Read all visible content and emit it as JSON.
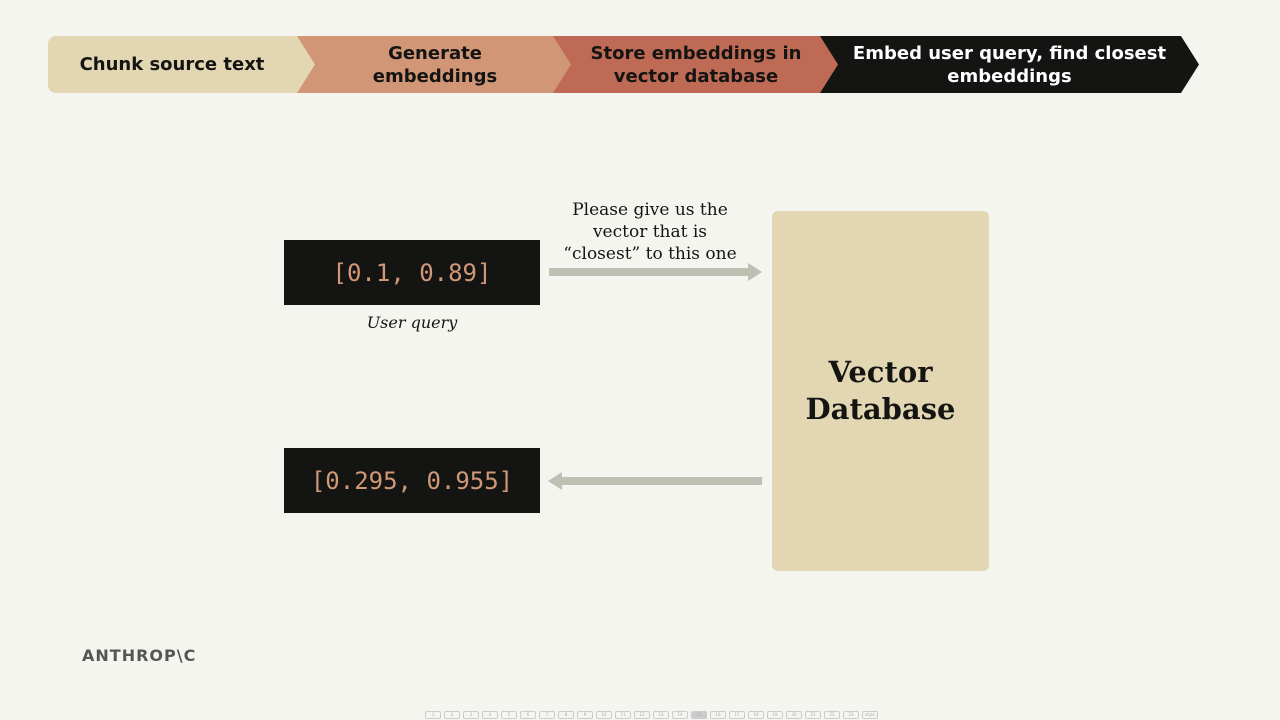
{
  "steps": [
    {
      "label": "Chunk source text"
    },
    {
      "label": "Generate embeddings"
    },
    {
      "label": "Store embeddings in vector database"
    },
    {
      "label": "Embed user query, find closest embeddings"
    }
  ],
  "query_vector": "[0.1, 0.89]",
  "query_caption": "User query",
  "request_text": "Please give us the vector that is “closest” to this one",
  "result_vector": "[0.295, 0.955]",
  "database_label": "Vector Database",
  "logo": "ANTHROP\\C",
  "pager": {
    "pages": [
      "1",
      "2",
      "3",
      "4",
      "5",
      "6",
      "7",
      "8",
      "9",
      "10",
      "11",
      "12",
      "13",
      "14",
      "15",
      "16",
      "17",
      "18",
      "19",
      "20",
      "21",
      "22",
      "23",
      "style"
    ],
    "active": "15"
  }
}
